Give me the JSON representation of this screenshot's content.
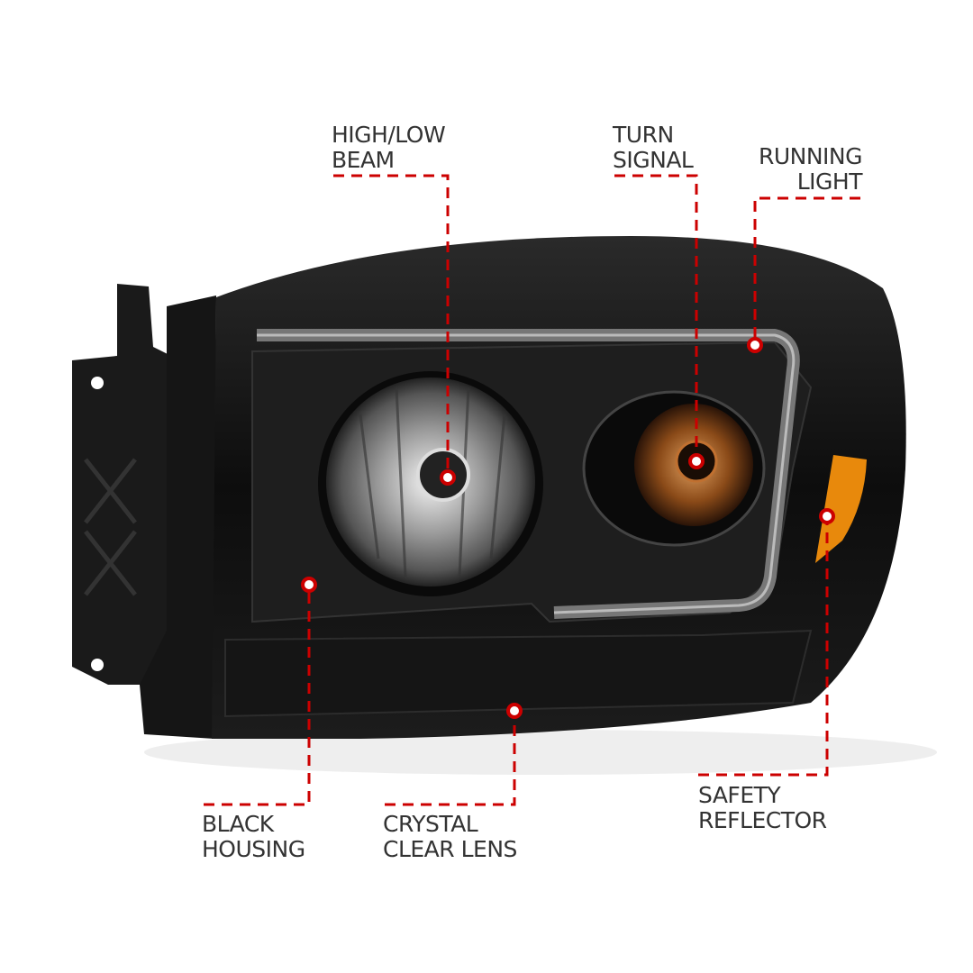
{
  "colors": {
    "accent": "#cc0000",
    "text": "#333333",
    "housing": "#111111",
    "amber": "#e8890c"
  },
  "callouts": [
    {
      "id": "high-low-beam",
      "lines": [
        "HIGH/LOW",
        "BEAM"
      ]
    },
    {
      "id": "turn-signal",
      "lines": [
        "TURN",
        "SIGNAL"
      ]
    },
    {
      "id": "running-light",
      "lines": [
        "RUNNING",
        "LIGHT"
      ]
    },
    {
      "id": "safety-reflector",
      "lines": [
        "SAFETY",
        "REFLECTOR"
      ]
    },
    {
      "id": "black-housing",
      "lines": [
        "BLACK",
        "HOUSING"
      ]
    },
    {
      "id": "crystal-clear-lens",
      "lines": [
        "CRYSTAL",
        "CLEAR LENS"
      ]
    }
  ]
}
